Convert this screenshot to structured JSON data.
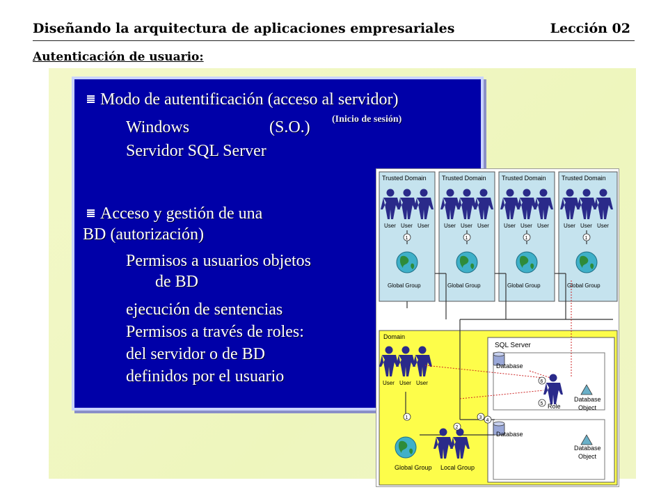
{
  "header": {
    "title": "Diseñando la arquitectura de aplicaciones empresariales",
    "lesson": "Lección 02"
  },
  "subtitle": "Autenticación de usuario:",
  "content": {
    "bullet1": "Modo de autentificación (acceso al servidor)",
    "windows": "Windows",
    "so": "(S.O.)",
    "inicio": "(Inicio de sesión)",
    "sql_server": "Servidor SQL Server",
    "bullet2_line1": "Acceso  y  gestión  de  una",
    "bullet2_line2": "BD (autorización)",
    "perm_line1": "Permisos a usuarios objetos",
    "perm_line2": "de BD",
    "exec": "ejecución de sentencias",
    "roles": "Permisos a través de roles:",
    "server_or_db": "del servidor o de BD",
    "user_defined": "definidos por el usuario"
  },
  "diagram": {
    "trusted_domain": "Trusted Domain",
    "user": "User",
    "global_group": "Global Group",
    "domain": "Domain",
    "local_group": "Local Group",
    "sql_server": "SQL Server",
    "database": "Database",
    "role": "Role",
    "database_object_1": "Database",
    "database_object_2": "Object",
    "steps": [
      "1",
      "2",
      "3",
      "4",
      "5",
      "6"
    ],
    "colors": {
      "trusted_bg": "#c5e3ee",
      "domain_bg": "#fdfd4a",
      "person": "#2a2a8a",
      "panel": "#ffffff"
    }
  }
}
